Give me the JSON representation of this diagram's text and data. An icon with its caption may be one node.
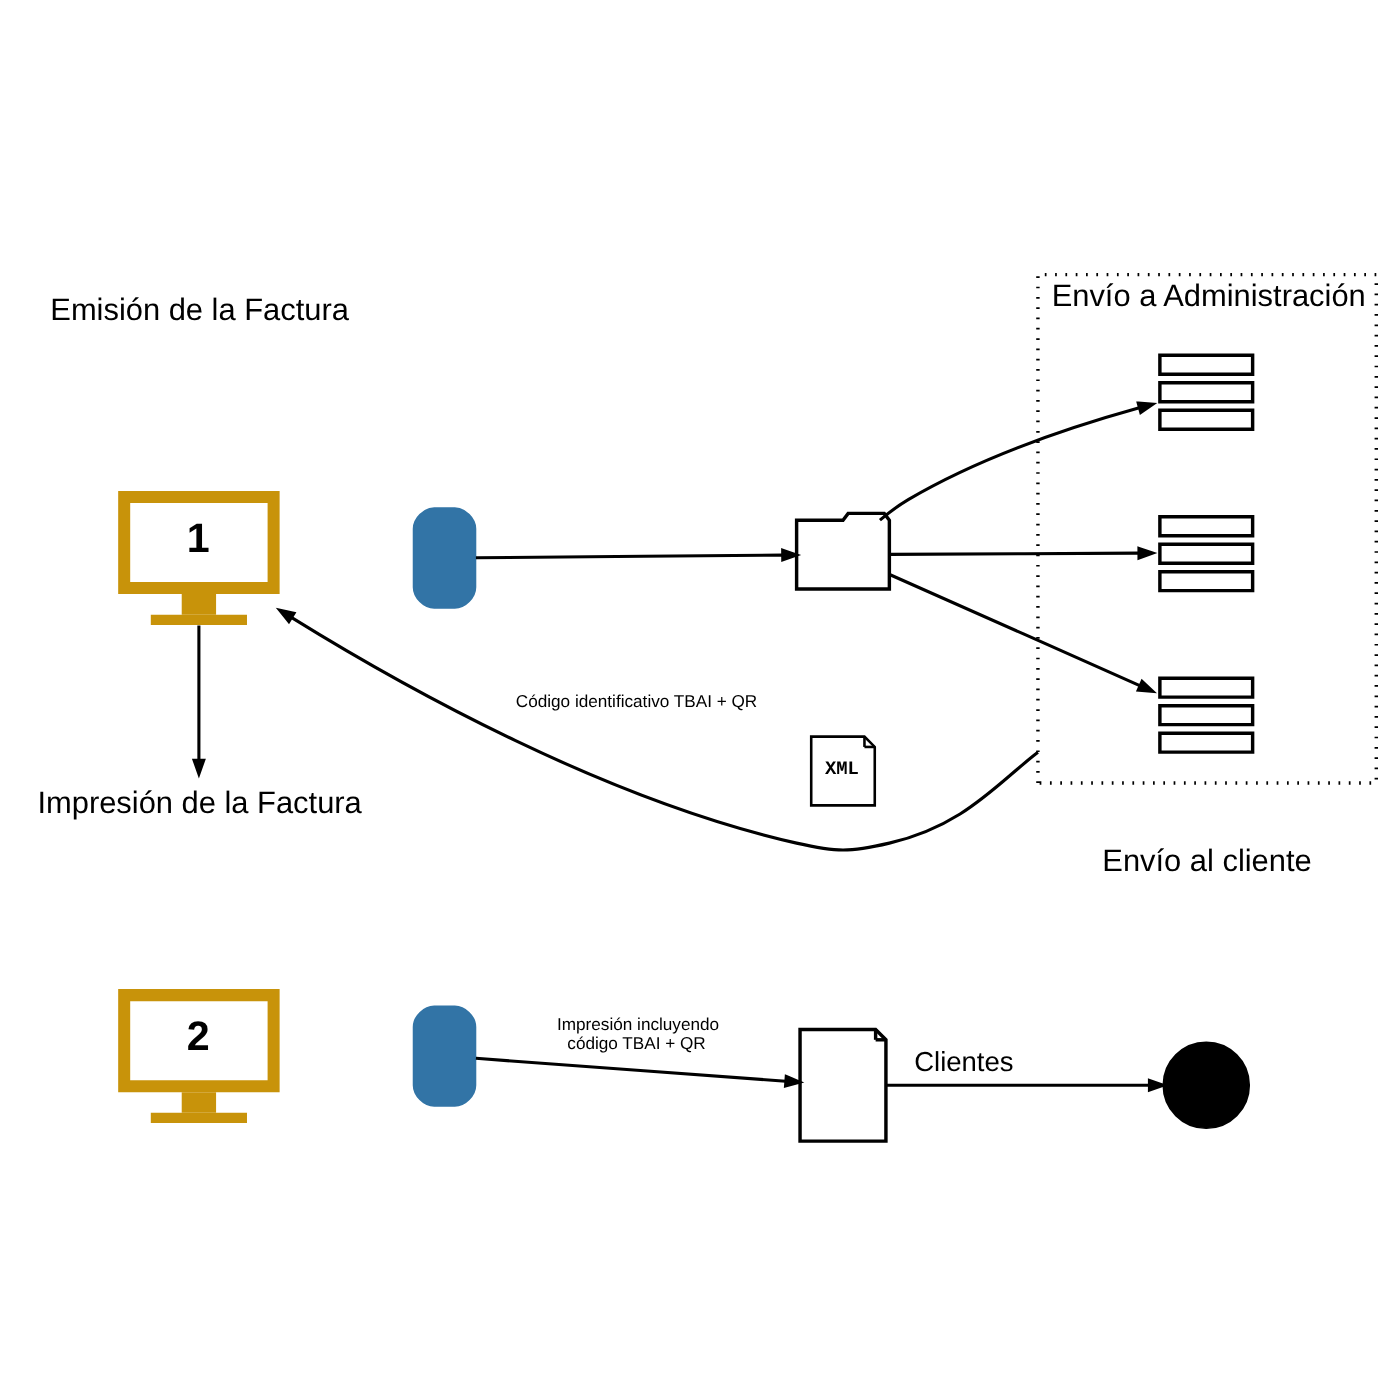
{
  "diagram": {
    "nodes": [
      {
        "text": [
          "1"
        ]
      },
      {
        "text": [],
        "shape": "tablet"
      },
      {
        "text": [],
        "shape": "folder"
      },
      {
        "text": [
          "XML"
        ]
      },
      {
        "text": [
          "Envío a Administración"
        ]
      },
      {
        "text": [],
        "shape": "server",
        "in": 4
      },
      {
        "text": [],
        "shape": "server",
        "in": 4
      },
      {
        "text": [],
        "shape": "server",
        "in": 4
      },
      {
        "text": [
          "Impresión de la Factura"
        ]
      },
      {
        "text": [
          "2"
        ]
      },
      {
        "text": [],
        "shape": "tablet"
      },
      {
        "text": [],
        "shape": "document"
      },
      {
        "text": [],
        "shape": "person"
      }
    ],
    "edges": [
      {
        "from": 1,
        "to": 2,
        "arrow": "to"
      },
      {
        "from": 2,
        "to": 5,
        "arrow": "to"
      },
      {
        "from": 2,
        "to": 6,
        "arrow": "to"
      },
      {
        "from": 2,
        "to": 7,
        "arrow": "to"
      },
      {
        "from": 4,
        "to": 0,
        "arrow": "to",
        "label": "Código identificativo TBAI + QR"
      },
      {
        "from": 0,
        "to": 8,
        "arrow": "to"
      },
      {
        "from": 10,
        "to": 11,
        "arrow": "to",
        "label": "Impresión incluyendo código TBAI + QR"
      },
      {
        "from": 11,
        "to": 12,
        "arrow": "to",
        "label": "Clientes"
      }
    ],
    "labels": [
      "Emisión de la Factura",
      "Envío al cliente"
    ]
  }
}
